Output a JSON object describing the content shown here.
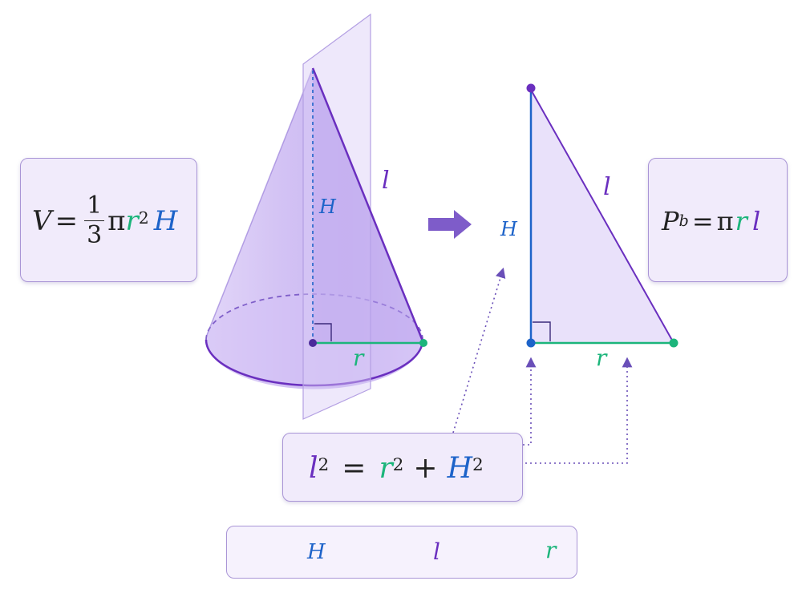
{
  "colors": {
    "H": "#1d63c9",
    "l": "#6a2fbf",
    "r": "#1cb57b",
    "cone_fill": "#c9b4f1",
    "plane_fill": "#d9ccf6",
    "box_fill": "#f1ebfb",
    "arrow": "#7e5cc9"
  },
  "volume_formula": {
    "V": "V",
    "eq": "=",
    "num": "1",
    "den": "3",
    "pi": "π",
    "r": "r",
    "r_exp": "2",
    "H": "H"
  },
  "lateral_formula": {
    "P": "P",
    "P_sub": "b",
    "eq": "=",
    "pi": "π",
    "r": "r",
    "l": "l"
  },
  "pythagoras": {
    "l": "l",
    "l_exp": "2",
    "eq": "=",
    "r": "r",
    "r_exp": "2",
    "plus": "+",
    "H": "H",
    "H_exp": "2"
  },
  "cone_labels": {
    "H": "H",
    "l": "l",
    "r": "r"
  },
  "triangle_labels": {
    "H": "H",
    "l": "l",
    "r": "r"
  },
  "legend": [
    {
      "key": "H",
      "label": "H"
    },
    {
      "key": "l",
      "label": "l"
    },
    {
      "key": "r",
      "label": "r"
    }
  ]
}
